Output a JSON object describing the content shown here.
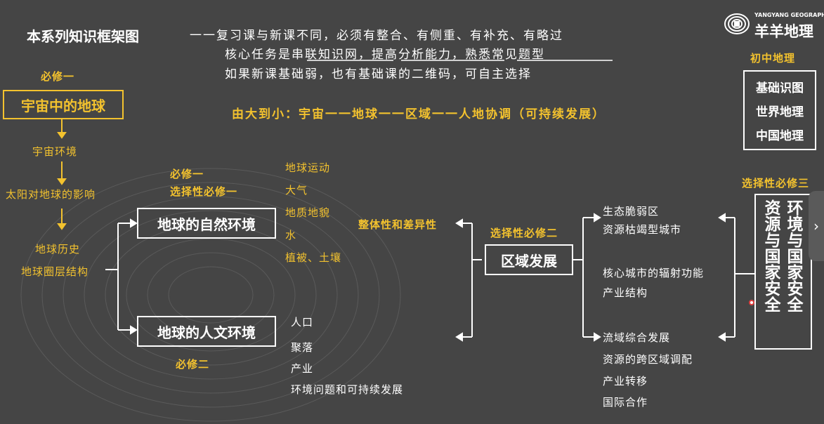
{
  "header": {
    "title": "本系列知识框架图",
    "notes": [
      "一一复习课与新课不同，必须有整合、有侧重、有补充、有略过",
      "核心任务是串联知识网，提高分析能力，熟悉常见题型",
      "如果新课基础弱，也有基础课的二维码，可自主选择"
    ],
    "sequence": "由大到小：宇宙一一地球一一区域一一人地协调（可持续发展）"
  },
  "brand": {
    "en": "YANGYANG GEOGRAPHY",
    "cn": "羊羊地理"
  },
  "junior": {
    "label": "初中地理",
    "items": [
      "基础识图",
      "世界地理",
      "中国地理"
    ]
  },
  "left_chain": {
    "tag": "必修一",
    "main": "宇宙中的地球",
    "items": [
      "宇宙环境",
      "太阳对地球的影响",
      "地球历史",
      "地球圈层结构"
    ]
  },
  "natural": {
    "tag1": "必修一",
    "tag2": "选择性必修一",
    "box": "地球的自然环境",
    "items": [
      "地球运动",
      "大气",
      "地质地貌",
      "水",
      "植被、土壤"
    ]
  },
  "human": {
    "tag": "必修二",
    "box": "地球的人文环境",
    "items": [
      "人口",
      "聚落",
      "产业",
      "环境问题和可持续发展"
    ]
  },
  "integration": "整体性和差异性",
  "region": {
    "tag": "选择性必修二",
    "box": "区域发展",
    "group1": [
      "生态脆弱区",
      "资源枯竭型城市"
    ],
    "group2": [
      "核心城市的辐射功能",
      "产业结构"
    ],
    "group3": [
      "流域综合发展",
      "资源的跨区域调配",
      "产业转移",
      "国际合作"
    ]
  },
  "security": {
    "tag": "选择性必修三",
    "col1": "环境与国家安全",
    "col2": "资源与国家安全"
  },
  "colors": {
    "background": "#454545",
    "accent": "#f3c22e",
    "text": "#ffffff"
  }
}
